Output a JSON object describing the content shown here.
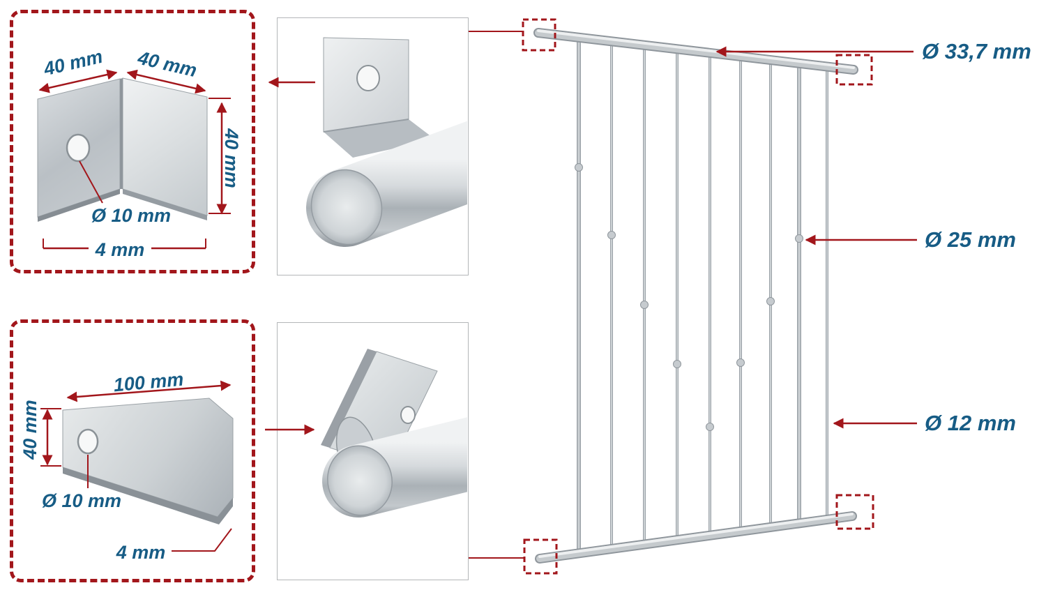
{
  "colors": {
    "dimension_red": "#A2161B",
    "label_blue": "#175C85",
    "metal_gray": "#c2c8cc"
  },
  "angle_bracket_panel": {
    "dim_width_left": "40 mm",
    "dim_width_right": "40 mm",
    "dim_height": "40 mm",
    "dim_hole": "Ø 10 mm",
    "dim_thickness": "4 mm"
  },
  "flat_plate_panel": {
    "dim_length": "100 mm",
    "dim_height": "40 mm",
    "dim_hole": "Ø 10 mm",
    "dim_thickness": "4 mm"
  },
  "grille": {
    "dim_top_rail": "Ø 33,7 mm",
    "dim_post": "Ø 25 mm",
    "dim_bar": "Ø 12 mm"
  }
}
